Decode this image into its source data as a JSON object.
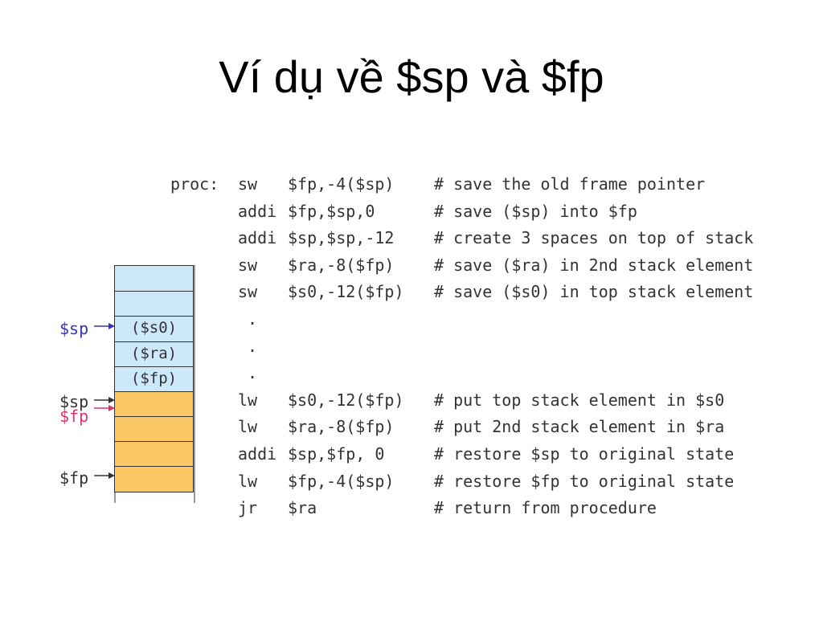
{
  "title": "Ví dụ về $sp và $fp",
  "code": [
    {
      "label": "proc:",
      "op": "sw",
      "args": "$fp,-4($sp)",
      "comment": "# save the old frame pointer"
    },
    {
      "label": "",
      "op": "addi",
      "args": "$fp,$sp,0",
      "comment": "# save ($sp) into $fp"
    },
    {
      "label": "",
      "op": "addi",
      "args": "$sp,$sp,-12",
      "comment": "# create 3 spaces on top of stack"
    },
    {
      "label": "",
      "op": "sw",
      "args": "$ra,-8($fp)",
      "comment": "# save ($ra) in 2nd stack element"
    },
    {
      "label": "",
      "op": "sw",
      "args": "$s0,-12($fp)",
      "comment": "# save ($s0) in top stack element"
    },
    {
      "label": "",
      "op": ".",
      "args": "",
      "comment": ""
    },
    {
      "label": "",
      "op": ".",
      "args": "",
      "comment": ""
    },
    {
      "label": "",
      "op": ".",
      "args": "",
      "comment": ""
    },
    {
      "label": "",
      "op": "lw",
      "args": "$s0,-12($fp)",
      "comment": "# put top stack element in $s0"
    },
    {
      "label": "",
      "op": "lw",
      "args": "$ra,-8($fp)",
      "comment": "# put 2nd stack element in $ra"
    },
    {
      "label": "",
      "op": "addi",
      "args": "$sp,$fp, 0",
      "comment": "# restore $sp to original state"
    },
    {
      "label": "",
      "op": "lw",
      "args": "$fp,-4($sp)",
      "comment": "# restore $fp to original state"
    },
    {
      "label": "",
      "op": "jr",
      "args": "$ra",
      "comment": "# return from procedure"
    }
  ],
  "stack": {
    "cells": [
      "",
      "",
      "($s0)",
      "($ra)",
      "($fp)",
      "",
      "",
      "",
      ""
    ],
    "pointers": {
      "sp_new": "$sp",
      "sp_old": "$sp",
      "fp_new": "$fp",
      "fp_old": "$fp"
    }
  },
  "colors": {
    "stack_blue": "#cce8fb",
    "stack_orange": "#fcc866",
    "sp_new_color": "#3535b5",
    "fp_new_color": "#e0336e",
    "pointer_dark": "#333333"
  }
}
